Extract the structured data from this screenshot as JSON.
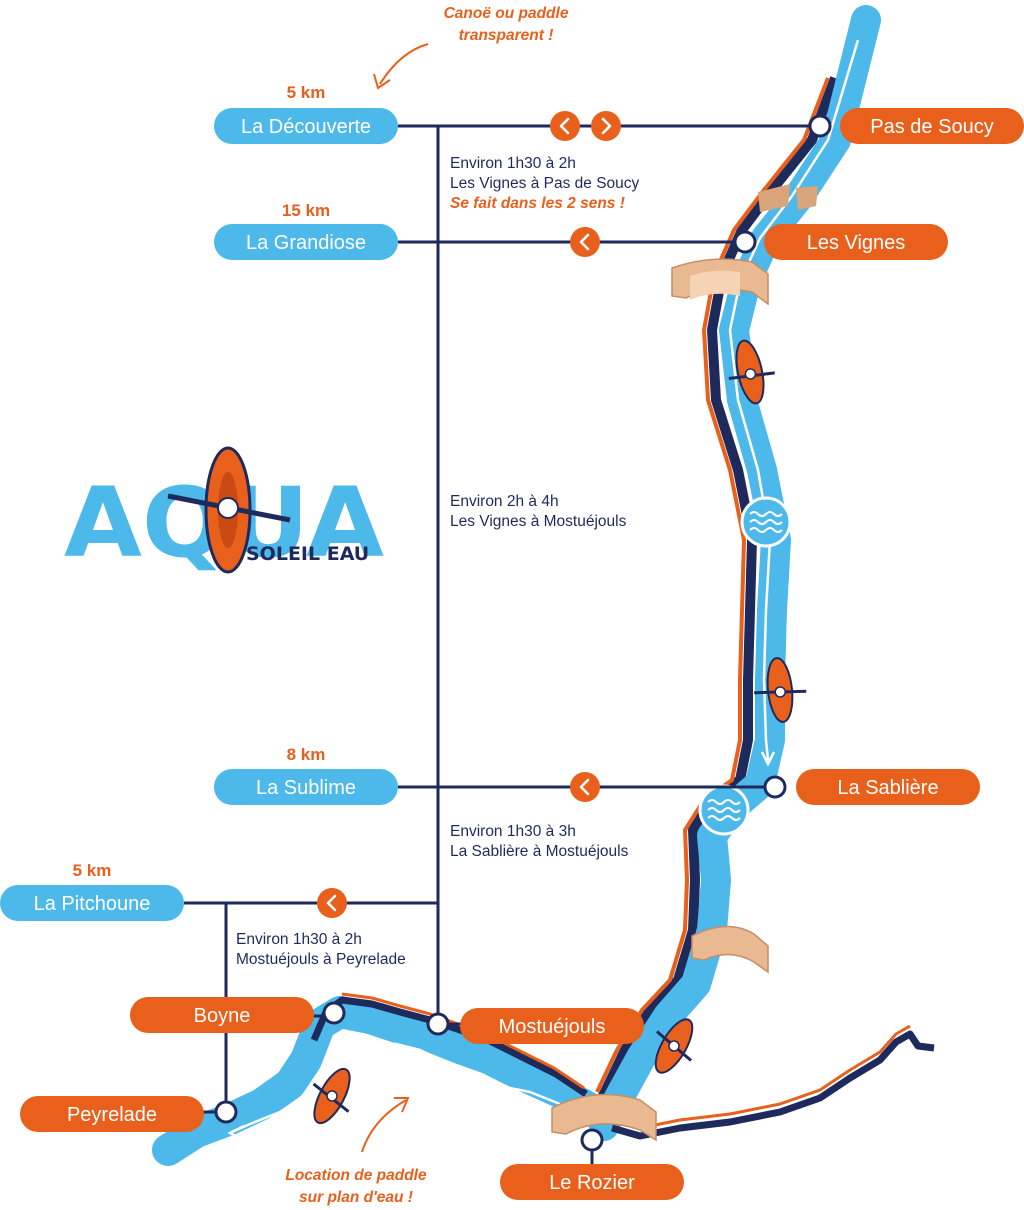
{
  "colors": {
    "river_blue": "#4DB8EA",
    "accent_orange": "#E8601C",
    "navy": "#1F2A5C",
    "bridge": "#E9B992"
  },
  "logo": {
    "main": "AQUA",
    "sub": "SOLEIL EAU"
  },
  "routes": [
    {
      "name": "La Découverte",
      "distance": "5 km",
      "directions": [
        "left",
        "right"
      ]
    },
    {
      "name": "La Grandiose",
      "distance": "15 km",
      "directions": [
        "left"
      ]
    },
    {
      "name": "La Sublime",
      "distance": "8 km",
      "directions": [
        "left"
      ]
    },
    {
      "name": "La Pitchoune",
      "distance": "5 km",
      "directions": [
        "left"
      ]
    }
  ],
  "stops": {
    "pas_de_soucy": "Pas de Soucy",
    "les_vignes": "Les Vignes",
    "la_sabliere": "La Sablière",
    "mostuejouls": "Mostuéjouls",
    "boyne": "Boyne",
    "peyrelade": "Peyrelade",
    "le_rozier": "Le Rozier"
  },
  "info_blocks": {
    "decouverte": [
      "Environ 1h30 à 2h",
      "Les Vignes à Pas de Soucy"
    ],
    "decouverte_note": "Se fait dans les 2 sens !",
    "grandiose": [
      "Environ 2h à 4h",
      "Les Vignes à Mostuéjouls"
    ],
    "sublime": [
      "Environ 1h30 à 3h",
      "La Sablière à Mostuéjouls"
    ],
    "pitchoune": [
      "Environ 1h30 à 2h",
      "Mostuéjouls à Peyrelade"
    ]
  },
  "notes": {
    "transparent": [
      "Canoë ou paddle",
      "transparent !"
    ],
    "paddle_rental": [
      "Location de paddle",
      "sur plan d'eau !"
    ]
  },
  "icons": [
    "kayak-icon",
    "water-wave-icon",
    "bridge-icon",
    "chevron-left-icon",
    "chevron-right-icon"
  ]
}
